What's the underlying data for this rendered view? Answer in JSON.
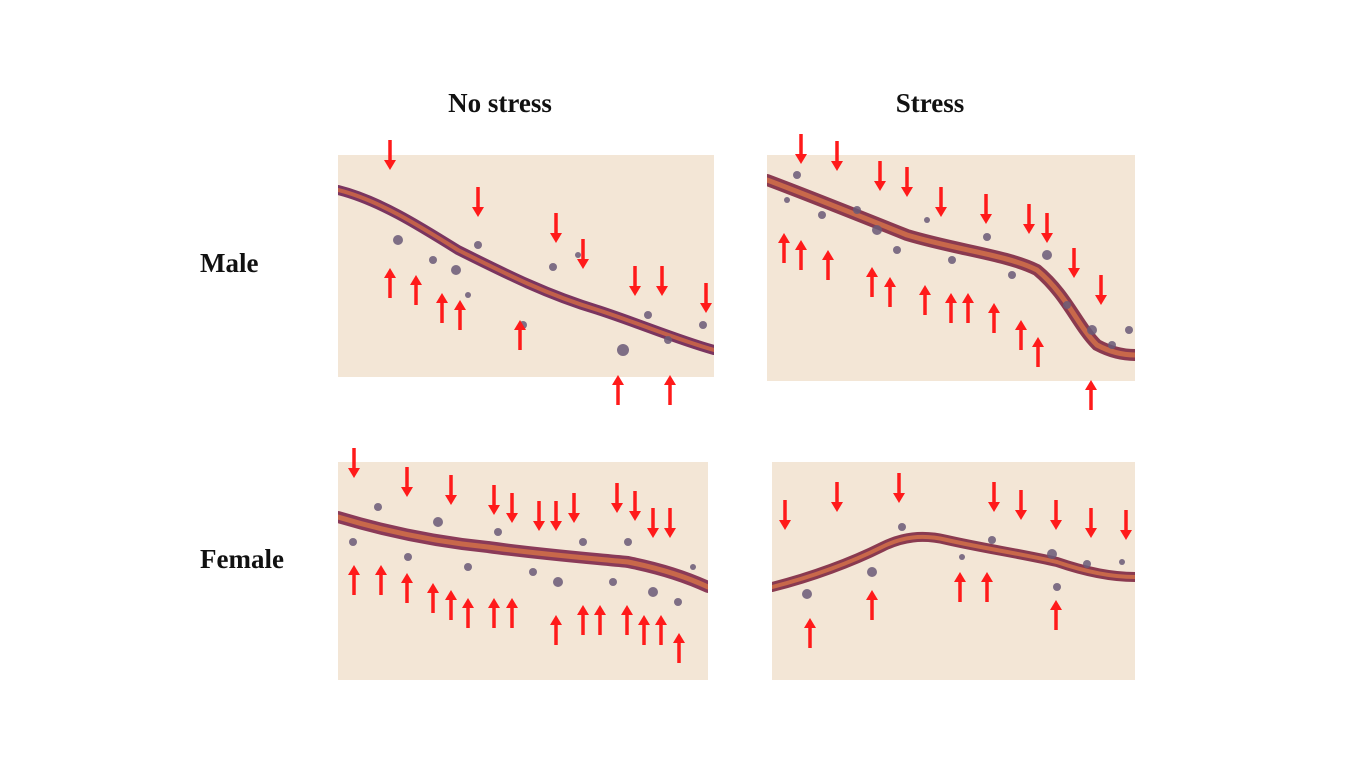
{
  "columns": {
    "no_stress": "No stress",
    "stress": "Stress"
  },
  "rows": {
    "male": "Male",
    "female": "Female"
  },
  "colors": {
    "panel_background": "#f3e6d6",
    "dendrite": "#8a3a58",
    "dendrite_core": "#c0604a",
    "spine": "#6a5a78",
    "arrow": "#ff1a1a"
  },
  "icons": [
    "down-arrow-icon",
    "up-arrow-icon"
  ]
}
